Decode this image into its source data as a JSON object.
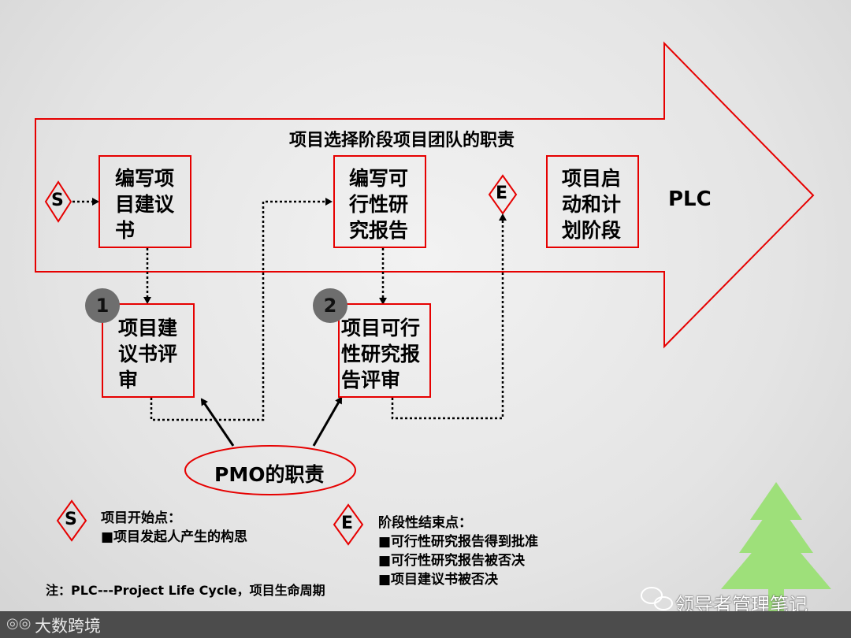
{
  "diagram": {
    "title": "项目选择阶段项目团队的职责",
    "plc_label": "PLC",
    "start_marker": "S",
    "end_marker": "E",
    "boxes": {
      "write_proposal": "编写项\n目建议\n书",
      "write_feasibility": "编写可\n行性研\n究报告",
      "project_start": "项目启\n动和计\n划阶段",
      "proposal_review": "项目建\n议书评\n审",
      "feasibility_review": "项目可行\n性研究报\n告评审"
    },
    "review_numbers": [
      "1",
      "2"
    ],
    "pmo_label": "PMO的职责"
  },
  "legend": {
    "start_symbol": "S",
    "start_text": "项目开始点：\n■项目发起人产生的构思",
    "end_symbol": "E",
    "end_text": "阶段性结束点：\n■可行性研究报告得到批准\n■可行性研究报告被否决\n■项目建议书被否决"
  },
  "note": "注：PLC---Project  Life Cycle，项目生命周期",
  "watermark": "领导者管理笔记",
  "bottom_bar": {
    "brand": "大数跨境"
  },
  "colors": {
    "accent": "#e60000",
    "tree": "#9ee07a",
    "circle": "#6e6e6e",
    "bar": "#4c4c4c"
  }
}
